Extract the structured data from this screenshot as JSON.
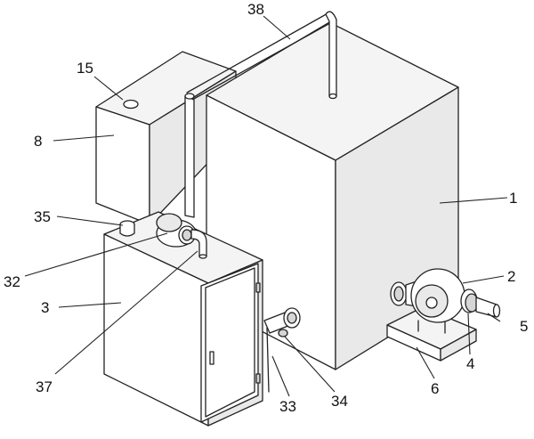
{
  "figure": {
    "labels": {
      "l1": "1",
      "l2": "2",
      "l3": "3",
      "l4": "4",
      "l5": "5",
      "l6": "6",
      "l8": "8",
      "l15": "15",
      "l32": "32",
      "l33": "33",
      "l34": "34",
      "l35": "35",
      "l37": "37",
      "l38": "38"
    }
  }
}
